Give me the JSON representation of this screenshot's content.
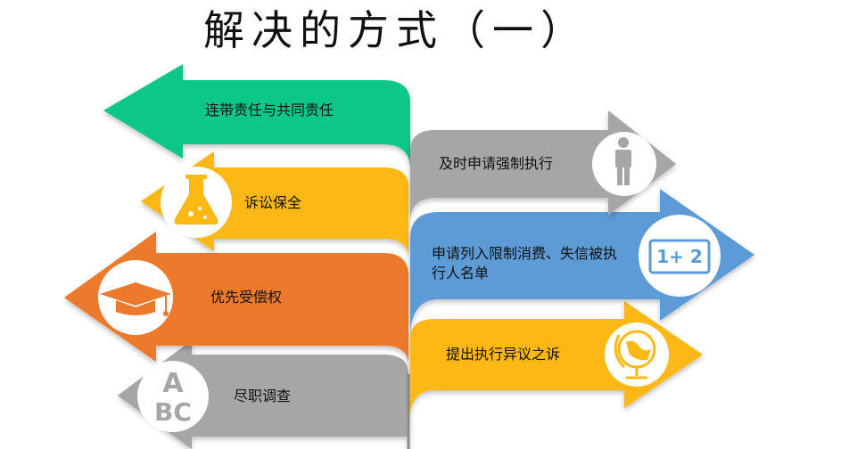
{
  "title": "解决的方式（一）",
  "colors": {
    "green": "#0fc788",
    "yellow": "#fdb813",
    "orange": "#ec7a2c",
    "gray": "#a6a6a6",
    "blue": "#5b9bd5",
    "icon_bg": "#ffffff"
  },
  "left_arrows": [
    {
      "label": "连带责任与共同责任",
      "color": "green",
      "icon": ""
    },
    {
      "label": "诉讼保全",
      "color": "yellow",
      "icon": "flask-icon"
    },
    {
      "label": "优先受偿权",
      "color": "orange",
      "icon": "graduation-cap-icon"
    },
    {
      "label": "尽职调查",
      "color": "gray",
      "icon": "abc-icon"
    }
  ],
  "right_arrows": [
    {
      "label": "及时申请强制执行",
      "color": "gray",
      "icon": "person-icon"
    },
    {
      "label": "申请列入限制消费、失信被执行人名单",
      "color": "blue",
      "icon": "math-board-icon",
      "icon_text": "1+ 2"
    },
    {
      "label": "提出执行异议之诉",
      "color": "yellow",
      "icon": "globe-icon"
    }
  ]
}
